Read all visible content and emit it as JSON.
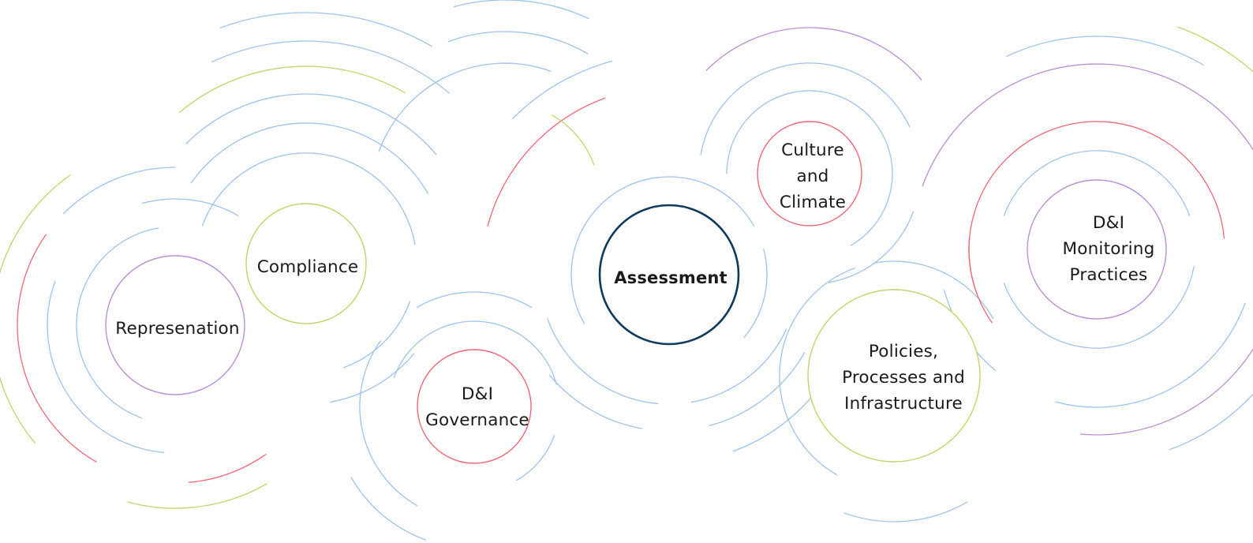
{
  "colors": {
    "blue": "#9fc2e7",
    "green": "#bfd46a",
    "purple": "#b98fcf",
    "red": "#ee6677",
    "navy": "#0e3a5c"
  },
  "nodes": {
    "assessment": {
      "lines": [
        "Assessment"
      ],
      "color": "navy"
    },
    "compliance": {
      "lines": [
        "Compliance"
      ],
      "color": "green"
    },
    "representation": {
      "lines": [
        "Represenation"
      ],
      "color": "purple"
    },
    "governance": {
      "lines": [
        "D&I",
        "Governance"
      ],
      "color": "red"
    },
    "culture": {
      "lines": [
        "Culture",
        "and",
        "Climate"
      ],
      "color": "red"
    },
    "policies": {
      "lines": [
        "Policies,",
        "Processes and",
        "Infrastructure"
      ],
      "color": "green"
    },
    "monitoring": {
      "lines": [
        "D&I",
        "Monitoring",
        "Practices"
      ],
      "color": "purple"
    }
  }
}
